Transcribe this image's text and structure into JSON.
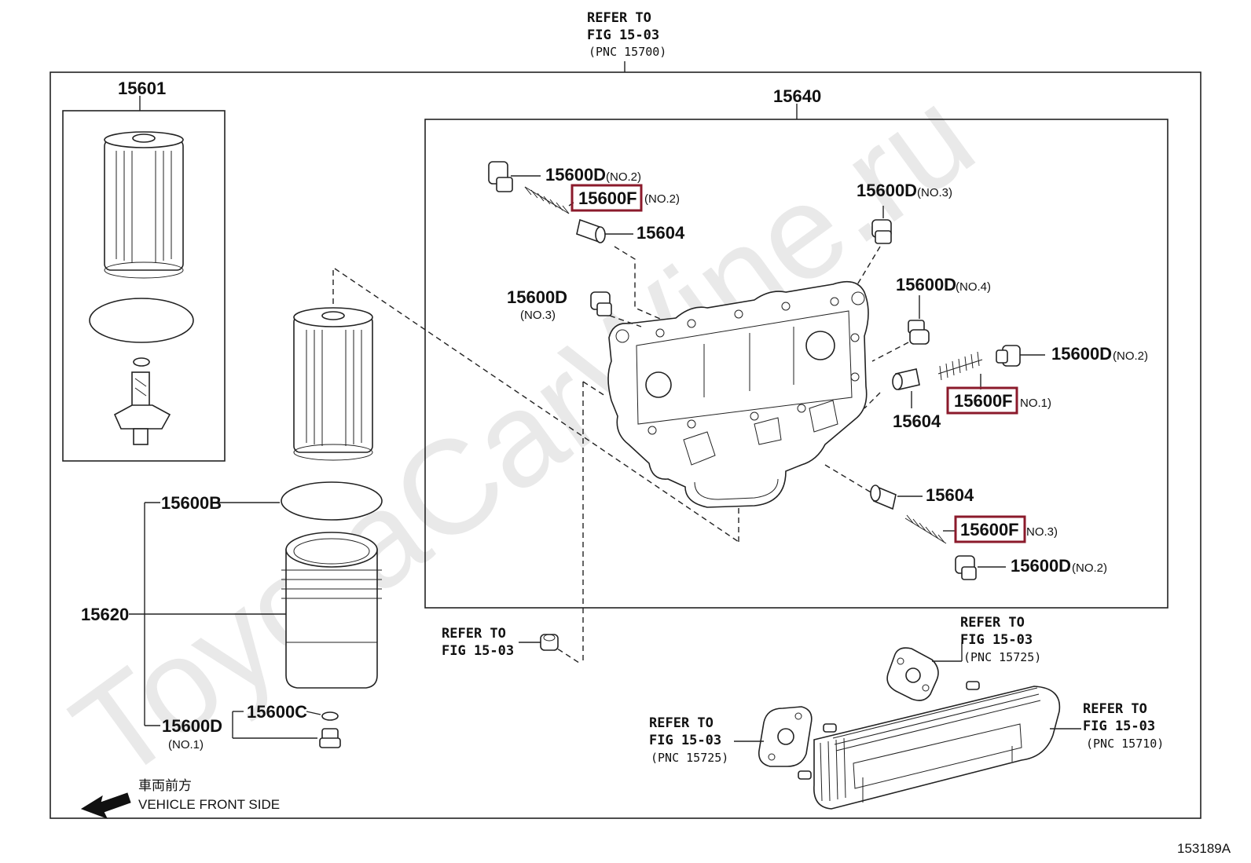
{
  "watermark": "ToyotaCarWine.ru",
  "figure_id": "153189A",
  "legend": {
    "japanese": "車両前方",
    "english": "VEHICLE FRONT SIDE"
  },
  "refer_top": {
    "line1": "REFER TO",
    "line2": "FIG 15-03",
    "line3": "(PNC 15700)"
  },
  "refer_mid": {
    "line1": "REFER TO",
    "line2": "FIG 15-03"
  },
  "refer_right_top": {
    "line1": "REFER TO",
    "line2": "FIG 15-03",
    "line3": "(PNC 15725)"
  },
  "refer_bottom_left": {
    "line1": "REFER TO",
    "line2": "FIG 15-03",
    "line3": "(PNC 15725)"
  },
  "refer_right": {
    "line1": "REFER TO",
    "line2": "FIG 15-03",
    "line3": "(PNC 15710)"
  },
  "parts": {
    "p15601": "15601",
    "p15640": "15640",
    "p15600B": "15600B",
    "p15620": "15620",
    "p15600C": "15600C",
    "p15600D_no1": {
      "code": "15600D",
      "note": "(NO.1)"
    },
    "d_top_no2": {
      "code": "15600D",
      "note": "(NO.2)"
    },
    "f_top_no2": {
      "code": "15600F",
      "note": "(NO.2)"
    },
    "p15604_top": "15604",
    "d_left_no3": {
      "code": "15600D",
      "note": "(NO.3)"
    },
    "d_right_no3": {
      "code": "15600D",
      "note": "(NO.3)"
    },
    "d_no4": {
      "code": "15600D",
      "note": "(NO.4)"
    },
    "d_right_no2": {
      "code": "15600D",
      "note": "(NO.2)"
    },
    "f_right_no1": {
      "code": "15600F",
      "note": "NO.1)"
    },
    "p15604_right": "15604",
    "p15604_low": "15604",
    "f_low_no3": {
      "code": "15600F",
      "note": "NO.3)"
    },
    "d_low_no2": {
      "code": "15600D",
      "note": "(NO.2)"
    }
  },
  "colors": {
    "highlight": "#8b1a2b",
    "line": "#222222"
  }
}
